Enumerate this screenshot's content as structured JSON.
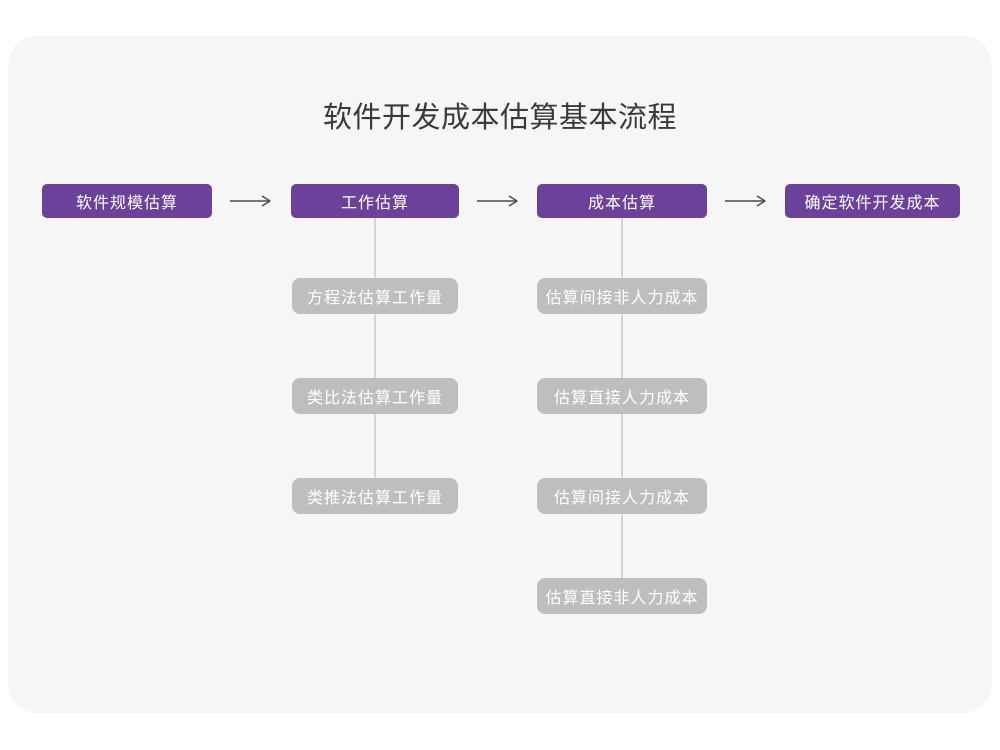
{
  "title": "软件开发成本估算基本流程",
  "colors": {
    "page_background": "#FFFFFF",
    "card_background": "#F6F6F6",
    "stage_purple": "#6C4199",
    "sub_gray": "#BEBEBE",
    "connector_line": "#D4D4D4",
    "arrow": "#4C4C4C",
    "title_text": "#3A3A3A",
    "node_text": "#FFFFFF"
  },
  "flow": {
    "stages": [
      {
        "label": "软件规模估算"
      },
      {
        "label": "工作估算"
      },
      {
        "label": "成本估算"
      },
      {
        "label": "确定软件开发成本"
      }
    ],
    "work_estimation_methods": [
      "方程法估算工作量",
      "类比法估算工作量",
      "类推法估算工作量"
    ],
    "cost_estimation_steps": [
      "估算间接非人力成本",
      "估算直接人力成本",
      "估算间接人力成本",
      "估算直接非人力成本"
    ]
  }
}
